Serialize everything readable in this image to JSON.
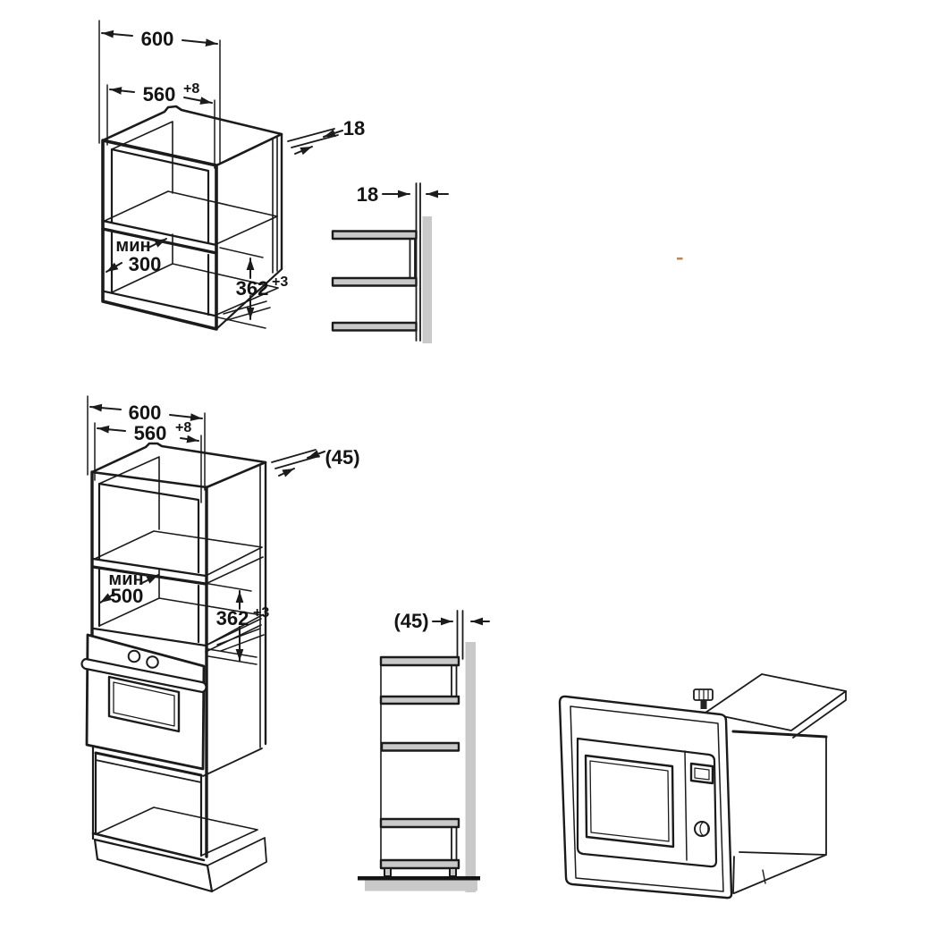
{
  "figure_title": "built-in-microwave-installation-diagram",
  "colors": {
    "line": "#1b1b1b",
    "panel_gray": "#c9c9c9",
    "background": "#ffffff",
    "stray_mark": "#c8824b"
  },
  "top_cabinet": {
    "width_overall": "600",
    "cutout_width": "560",
    "cutout_width_tol": "+8",
    "panel_thickness": "18",
    "min_label": "мин",
    "min_depth": "300",
    "niche_height": "362",
    "niche_height_tol": "+3"
  },
  "top_side_view": {
    "panel_thickness": "18"
  },
  "tall_cabinet": {
    "width_overall": "600",
    "cutout_width": "560",
    "cutout_width_tol": "+8",
    "trim_depth": "(45)",
    "min_label": "мин",
    "min_depth": "500",
    "niche_height": "362",
    "niche_height_tol": "+3"
  },
  "bottom_side_view": {
    "trim_depth": "(45)"
  }
}
